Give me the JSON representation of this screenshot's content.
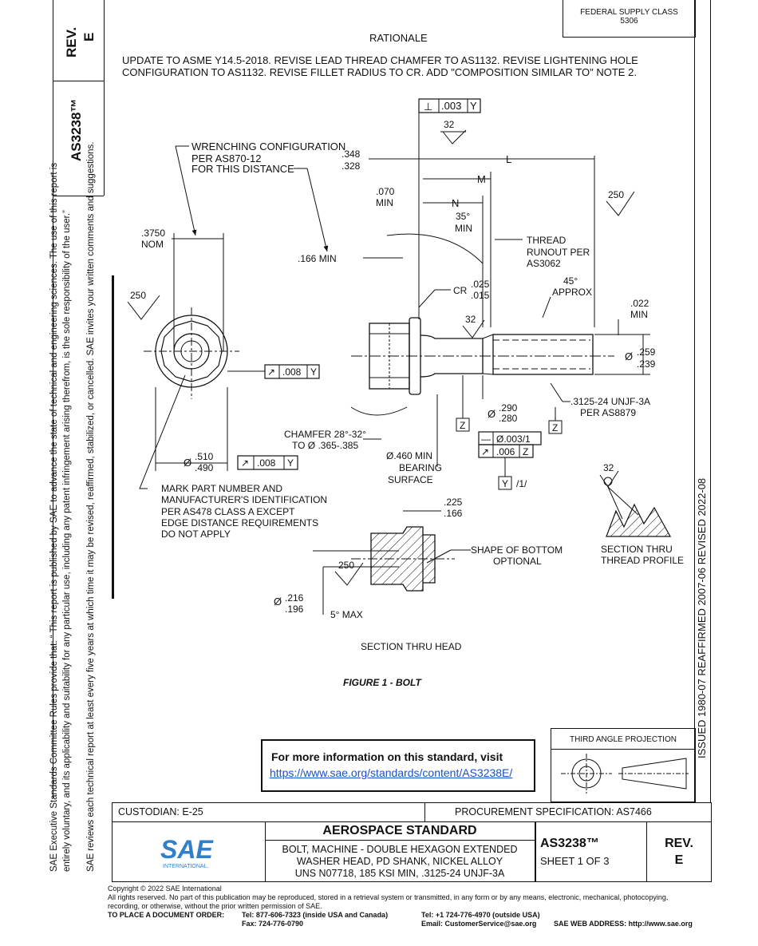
{
  "header": {
    "supply_class_label": "FEDERAL SUPPLY CLASS",
    "supply_class_value": "5306",
    "rationale_title": "RATIONALE",
    "rationale_line1": "UPDATE TO ASME Y14.5-2018. REVISE LEAD THREAD CHAMFER TO AS1132. REVISE LIGHTENING HOLE",
    "rationale_line2": "CONFIGURATION TO AS1132. REVISE FILLET RADIUS TO CR. ADD \"COMPOSITION SIMILAR TO\" NOTE 2."
  },
  "side": {
    "rev_label": "REV.",
    "rev_value": "E",
    "doc_number": "AS3238™",
    "notice_line1": "SAE Executive Standards Committee Rules provide that: “  This report is published by SAE to advance the state of technical and engineering sciences. The use of this report is",
    "notice_line2": "entirely voluntary, and its applicability and suitability for any particular use, including any patent infringement arising therefrom, is the sole responsibility of the user.”",
    "notice_line3": "SAE reviews each technical report at least every five years at which time it may be revised, reaffirmed, stabilized, or cancelled. SAE invites your written comments and suggestions.",
    "history": "ISSUED  1980-07     REAFFIRMED 2007-06     REVISED 2022-08"
  },
  "drawing": {
    "fcf_top_symbol": "⊥",
    "fcf_top_value": ".003",
    "fcf_top_datum": "Y",
    "finish_32": "32",
    "finish_250": "250",
    "wrenching_line1": "WRENCHING CONFIGURATION",
    "wrenching_line2": "PER AS870-12",
    "wrenching_line3": "FOR THIS DISTANCE",
    "dim_348": ".348",
    "dim_328": ".328",
    "dim_L": "L",
    "dim_M": "M",
    "dim_N": "N",
    "dim_070": ".070",
    "min": "MIN",
    "nom": "NOM",
    "dim_3750": ".3750",
    "angle_35": "35°",
    "dim_166min": ".166 MIN",
    "thread_runout_1": "THREAD",
    "thread_runout_2": "RUNOUT PER",
    "thread_runout_3": "AS3062",
    "cr": "CR",
    "dim_025": ".025",
    "dim_015": ".015",
    "angle_45": "45°",
    "approx": "APPROX",
    "dim_022": ".022",
    "dia": "Ø",
    "dim_259": ".259",
    "dim_239": ".239",
    "runout_symbol": "↗",
    "fcf_008": ".008",
    "datum_Y": "Y",
    "datum_Z": "Z",
    "dim_290": ".290",
    "dim_280": ".280",
    "thread_spec_1": ".3125-24 UNJF-3A",
    "thread_spec_2": "PER AS8879",
    "chamfer_1": "CHAMFER 28°-32°",
    "chamfer_2": "TO Ø .365-.385",
    "straight_symbol": "—",
    "fcf_straight": "Ø.003/1",
    "fcf_006": ".006",
    "dim_510": ".510",
    "dim_490": ".490",
    "bearing_1": "Ø.460 MIN",
    "bearing_2": "BEARING",
    "bearing_3": "SURFACE",
    "datum_note": "/1/",
    "mark_1": "MARK PART NUMBER AND",
    "mark_2": "MANUFACTURER'S IDENTIFICATION",
    "mark_3": "PER AS478 CLASS A EXCEPT",
    "mark_4": "EDGE DISTANCE REQUIREMENTS",
    "mark_5": "DO NOT APPLY",
    "dim_225": ".225",
    "dim_166": ".166",
    "shape_1": "SHAPE OF BOTTOM",
    "shape_2": "OPTIONAL",
    "section_thread_1": "SECTION THRU",
    "section_thread_2": "THREAD PROFILE",
    "dim_216": ".216",
    "dim_196": ".196",
    "max5": "5° MAX",
    "section_head": "SECTION THRU HEAD",
    "figure_caption": "FIGURE 1 - BOLT"
  },
  "info_box": {
    "text": "For more information on this standard, visit",
    "link": "https://www.sae.org/standards/content/AS3238E/"
  },
  "projection": {
    "label": "THIRD ANGLE PROJECTION"
  },
  "title_block": {
    "custodian": "CUSTODIAN:  E-25",
    "procurement": "PROCUREMENT SPECIFICATION:  AS7466",
    "standard_type": "AEROSPACE STANDARD",
    "desc1": "BOLT, MACHINE - DOUBLE HEXAGON EXTENDED",
    "desc2": "WASHER HEAD, PD SHANK, NICKEL ALLOY",
    "desc3": "UNS N07718, 185 KSI MIN, .3125-24 UNJF-3A",
    "doc_number": "AS3238™",
    "sheet": "SHEET 1 OF 3",
    "rev_label": "REV.",
    "rev_value": "E",
    "logo_text": "SAE",
    "logo_sub": "INTERNATIONAL."
  },
  "footer": {
    "copyright": "Copyright © 2022 SAE International",
    "rights1": "All rights reserved. No part of this publication may be reproduced, stored in a retrieval system or transmitted, in any form or by any means, electronic, mechanical, photocopying,",
    "rights2": "recording, or otherwise, without the prior written permission of SAE.",
    "order_label": "TO PLACE A DOCUMENT ORDER:",
    "tel_us": "Tel:   877-606-7323 (inside USA and Canada)",
    "fax": "Fax:  724-776-0790",
    "tel_out": "Tel:    +1 724-776-4970 (outside USA)",
    "email": "Email:  CustomerService@sae.org",
    "web": "SAE WEB ADDRESS:  http://www.sae.org"
  }
}
